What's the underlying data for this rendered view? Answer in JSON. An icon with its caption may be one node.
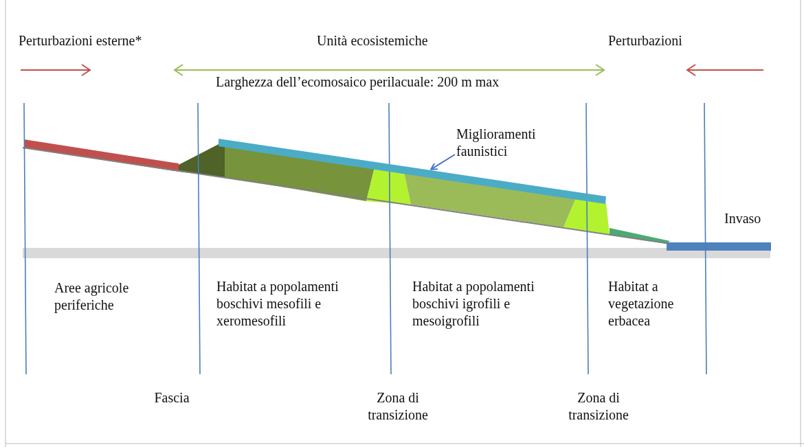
{
  "diagram": {
    "nodes": [
      {
        "text": [
          "Miglioramenti faunistici"
        ]
      },
      {
        "text": [],
        "shape": "bar"
      }
    ],
    "edges": [
      {
        "from": 0,
        "to": 1,
        "arrow": "to"
      }
    ],
    "labels": [
      "Perturbazioni esterne*",
      "Unità ecosistemiche",
      "Perturbazioni",
      "Larghezza dell’ecomosaico perilacuale: 200 m max",
      "Invaso",
      "Aree agricole periferiche",
      "Habitat a popolamenti boschivi mesofili e xeromesofili",
      "Habitat a popolamenti boschivi igrofili e mesoigrofili",
      "Habitat a vegetazione erbacea",
      "Fascia",
      "Zona di transizione",
      "Zona di transizione"
    ]
  }
}
